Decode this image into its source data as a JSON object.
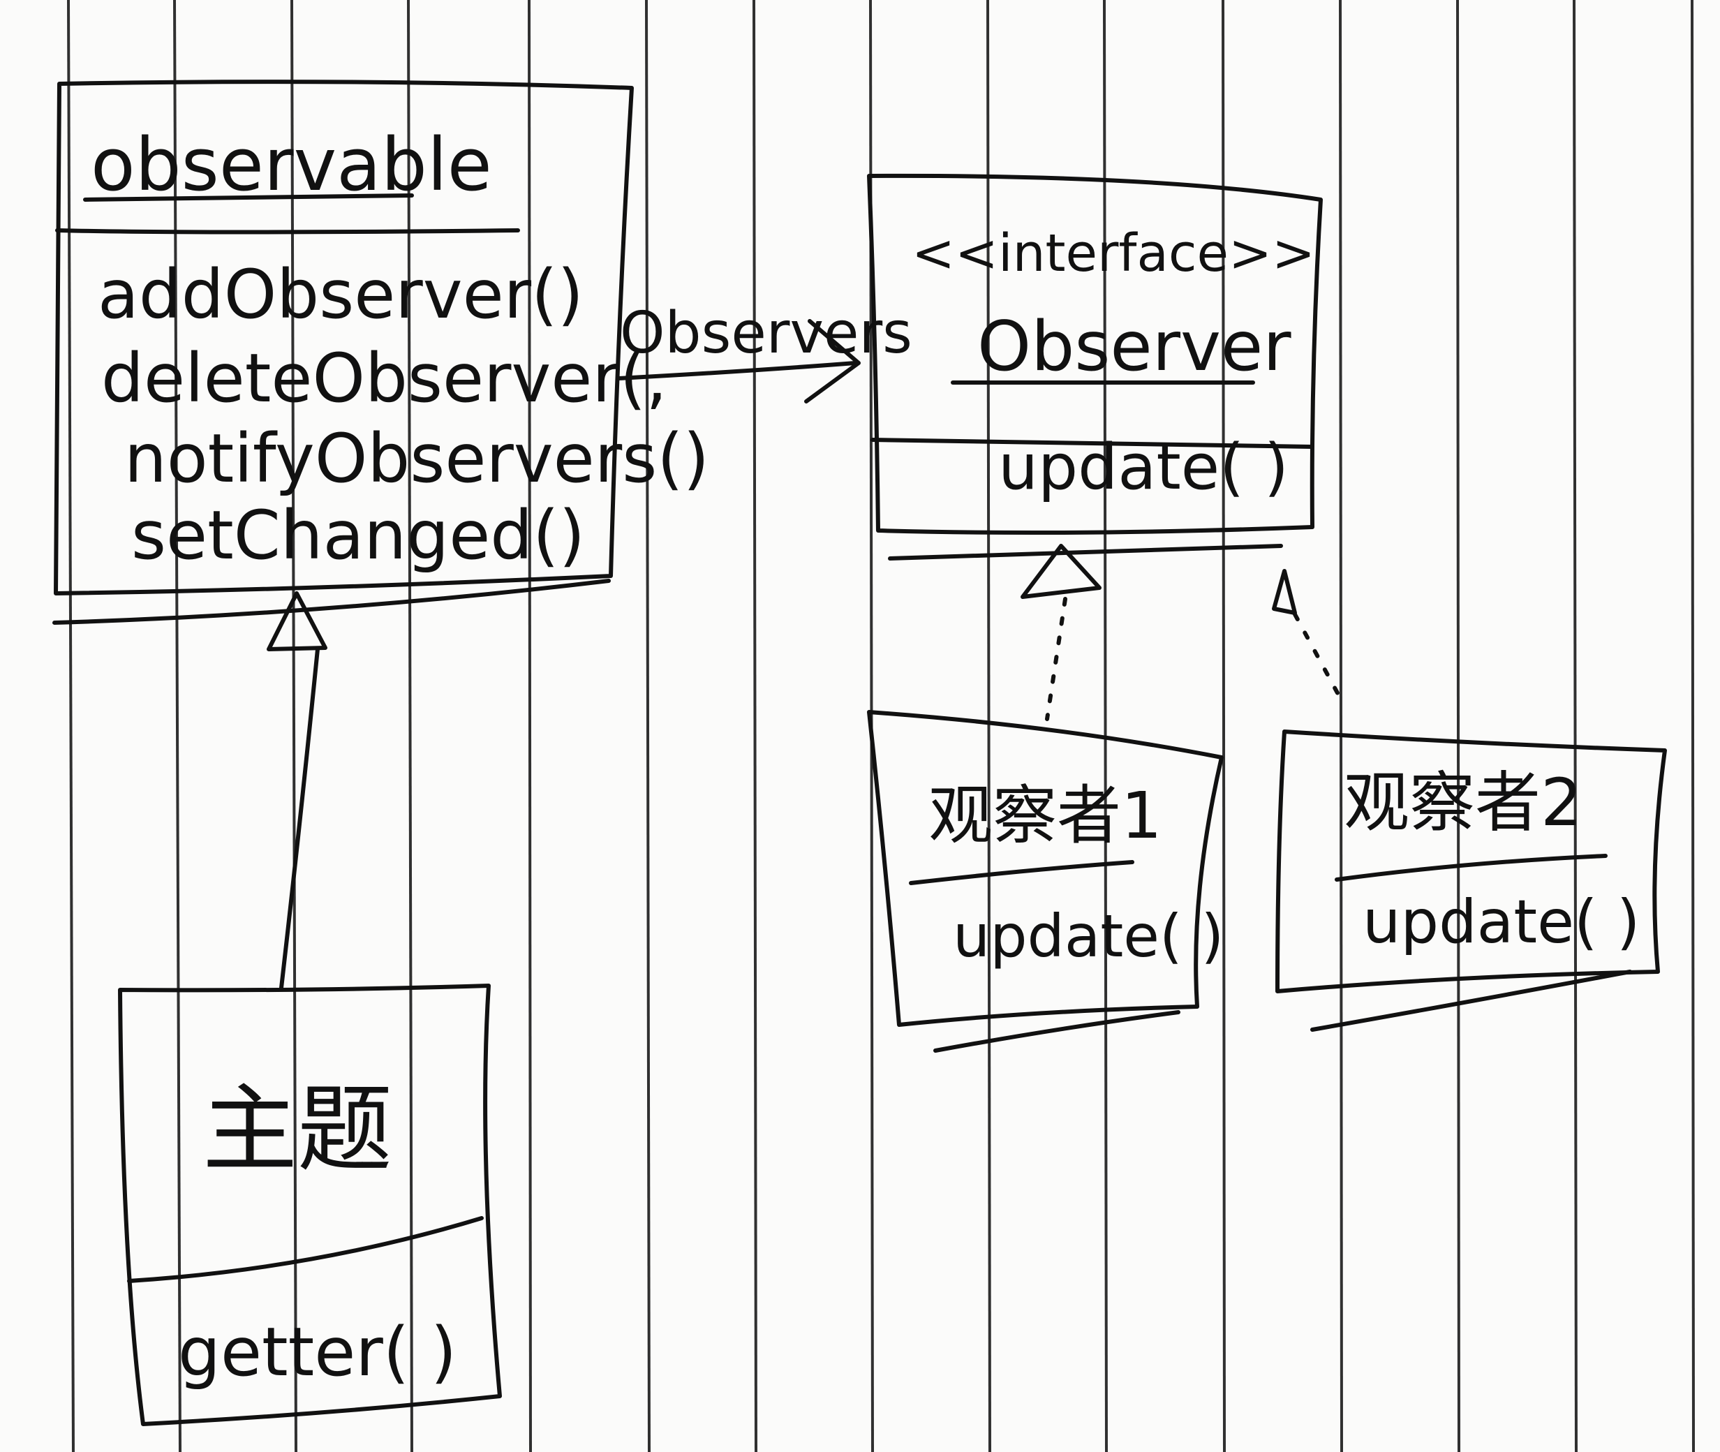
{
  "diagram": {
    "observable": {
      "title": "observable",
      "methods": [
        "addObserver()",
        "deleteObserver(,",
        "notifyObservers()",
        "setChanged()"
      ]
    },
    "association_label": "Observers",
    "interface": {
      "stereotype": "<<interface>>",
      "name": "Observer",
      "methods": [
        "update( )"
      ]
    },
    "subject": {
      "title": "主题",
      "methods": [
        "getter( )"
      ]
    },
    "observer1": {
      "title": "观察者1",
      "methods": [
        "update( )"
      ]
    },
    "observer2": {
      "title": "观察者2",
      "methods": [
        "update( )"
      ]
    }
  }
}
